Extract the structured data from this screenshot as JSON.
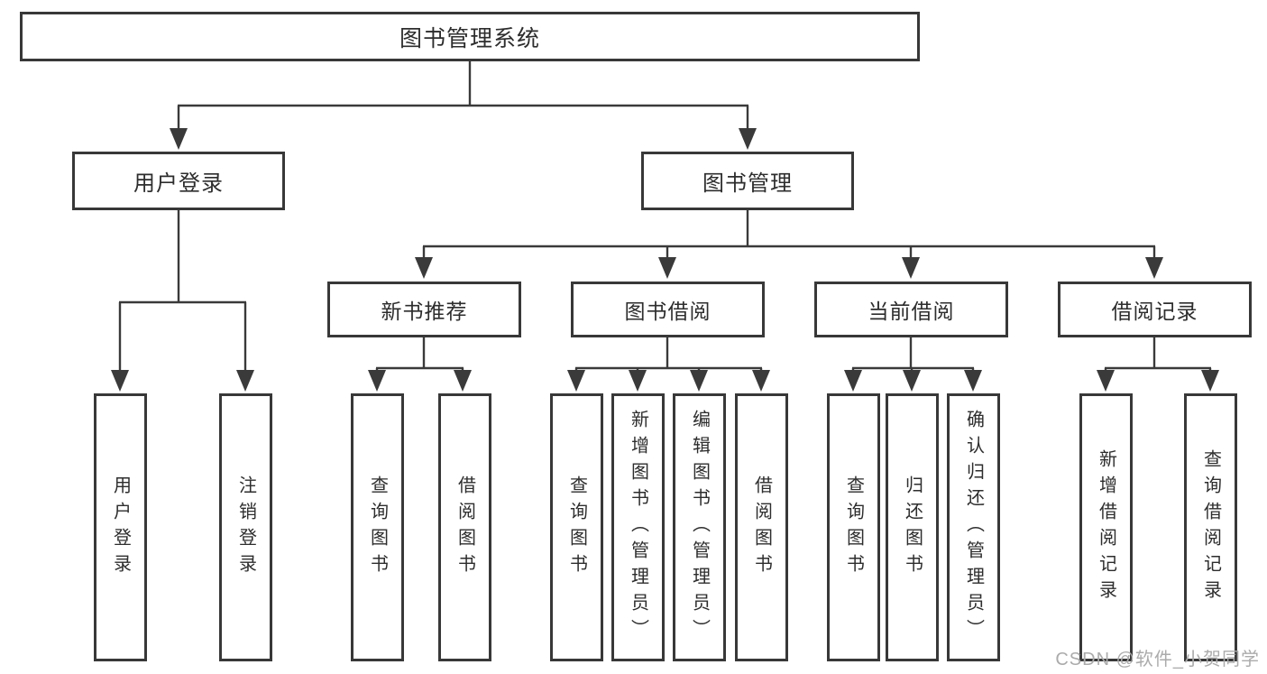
{
  "diagram": {
    "title": "图书管理系统",
    "root": {
      "label": "图书管理系统",
      "children": [
        {
          "label": "用户登录",
          "children": [
            {
              "label": "用户登录"
            },
            {
              "label": "注销登录"
            }
          ]
        },
        {
          "label": "图书管理",
          "children": [
            {
              "label": "新书推荐",
              "children": [
                {
                  "label": "查询图书"
                },
                {
                  "label": "借阅图书"
                }
              ]
            },
            {
              "label": "图书借阅",
              "children": [
                {
                  "label": "查询图书"
                },
                {
                  "label": "新增图书（管理员）"
                },
                {
                  "label": "编辑图书（管理员）"
                },
                {
                  "label": "借阅图书"
                }
              ]
            },
            {
              "label": "当前借阅",
              "children": [
                {
                  "label": "查询图书"
                },
                {
                  "label": "归还图书"
                },
                {
                  "label": "确认归还（管理员）"
                }
              ]
            },
            {
              "label": "借阅记录",
              "children": [
                {
                  "label": "新增借阅记录"
                },
                {
                  "label": "查询借阅记录"
                }
              ]
            }
          ]
        }
      ]
    }
  },
  "watermark": {
    "text": "CSDN @软件_小贺同学"
  },
  "colors": {
    "line": "#3a3a3a",
    "box_border": "#383838",
    "text": "#2d2d2d",
    "watermark": "#ababab",
    "background": "#ffffff"
  }
}
